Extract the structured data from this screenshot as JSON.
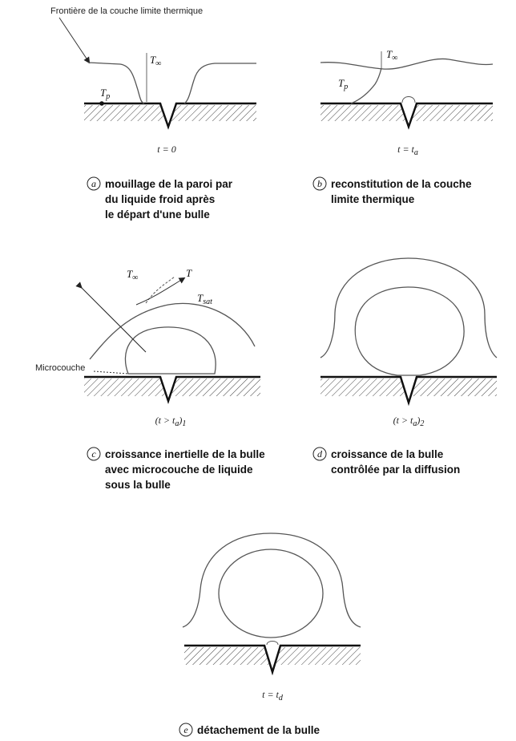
{
  "header": {
    "boundary_label": "Frontière de la couche limite thermique"
  },
  "symbols": {
    "t_inf": "T",
    "t_inf_sub": "∞",
    "t_p": "T",
    "t_p_sub": "p",
    "t_plain": "T",
    "t_sat": "T",
    "t_sat_sub": "sat"
  },
  "panels": {
    "a": {
      "letter": "a",
      "time": "t = 0",
      "caption": [
        "mouillage de la paroi par",
        "du liquide froid après",
        "le départ d'une bulle"
      ]
    },
    "b": {
      "letter": "b",
      "time": "t = t",
      "time_sub": "a",
      "caption": [
        "reconstitution de la couche",
        "limite thermique"
      ]
    },
    "c": {
      "letter": "c",
      "time": "(t > t",
      "time_sub": "a",
      "time_end": ")",
      "time_end_sub": "1",
      "microlayer_label": "Microcouche",
      "caption": [
        "croissance inertielle de la bulle",
        "avec microcouche de liquide",
        "sous la bulle"
      ]
    },
    "d": {
      "letter": "d",
      "time": "(t > t",
      "time_sub": "a",
      "time_end": ")",
      "time_end_sub": "2",
      "caption": [
        "croissance de la bulle",
        "contrôlée par la diffusion"
      ]
    },
    "e": {
      "letter": "e",
      "time": "t = t",
      "time_sub": "d",
      "caption": [
        "détachement de la bulle"
      ]
    }
  }
}
